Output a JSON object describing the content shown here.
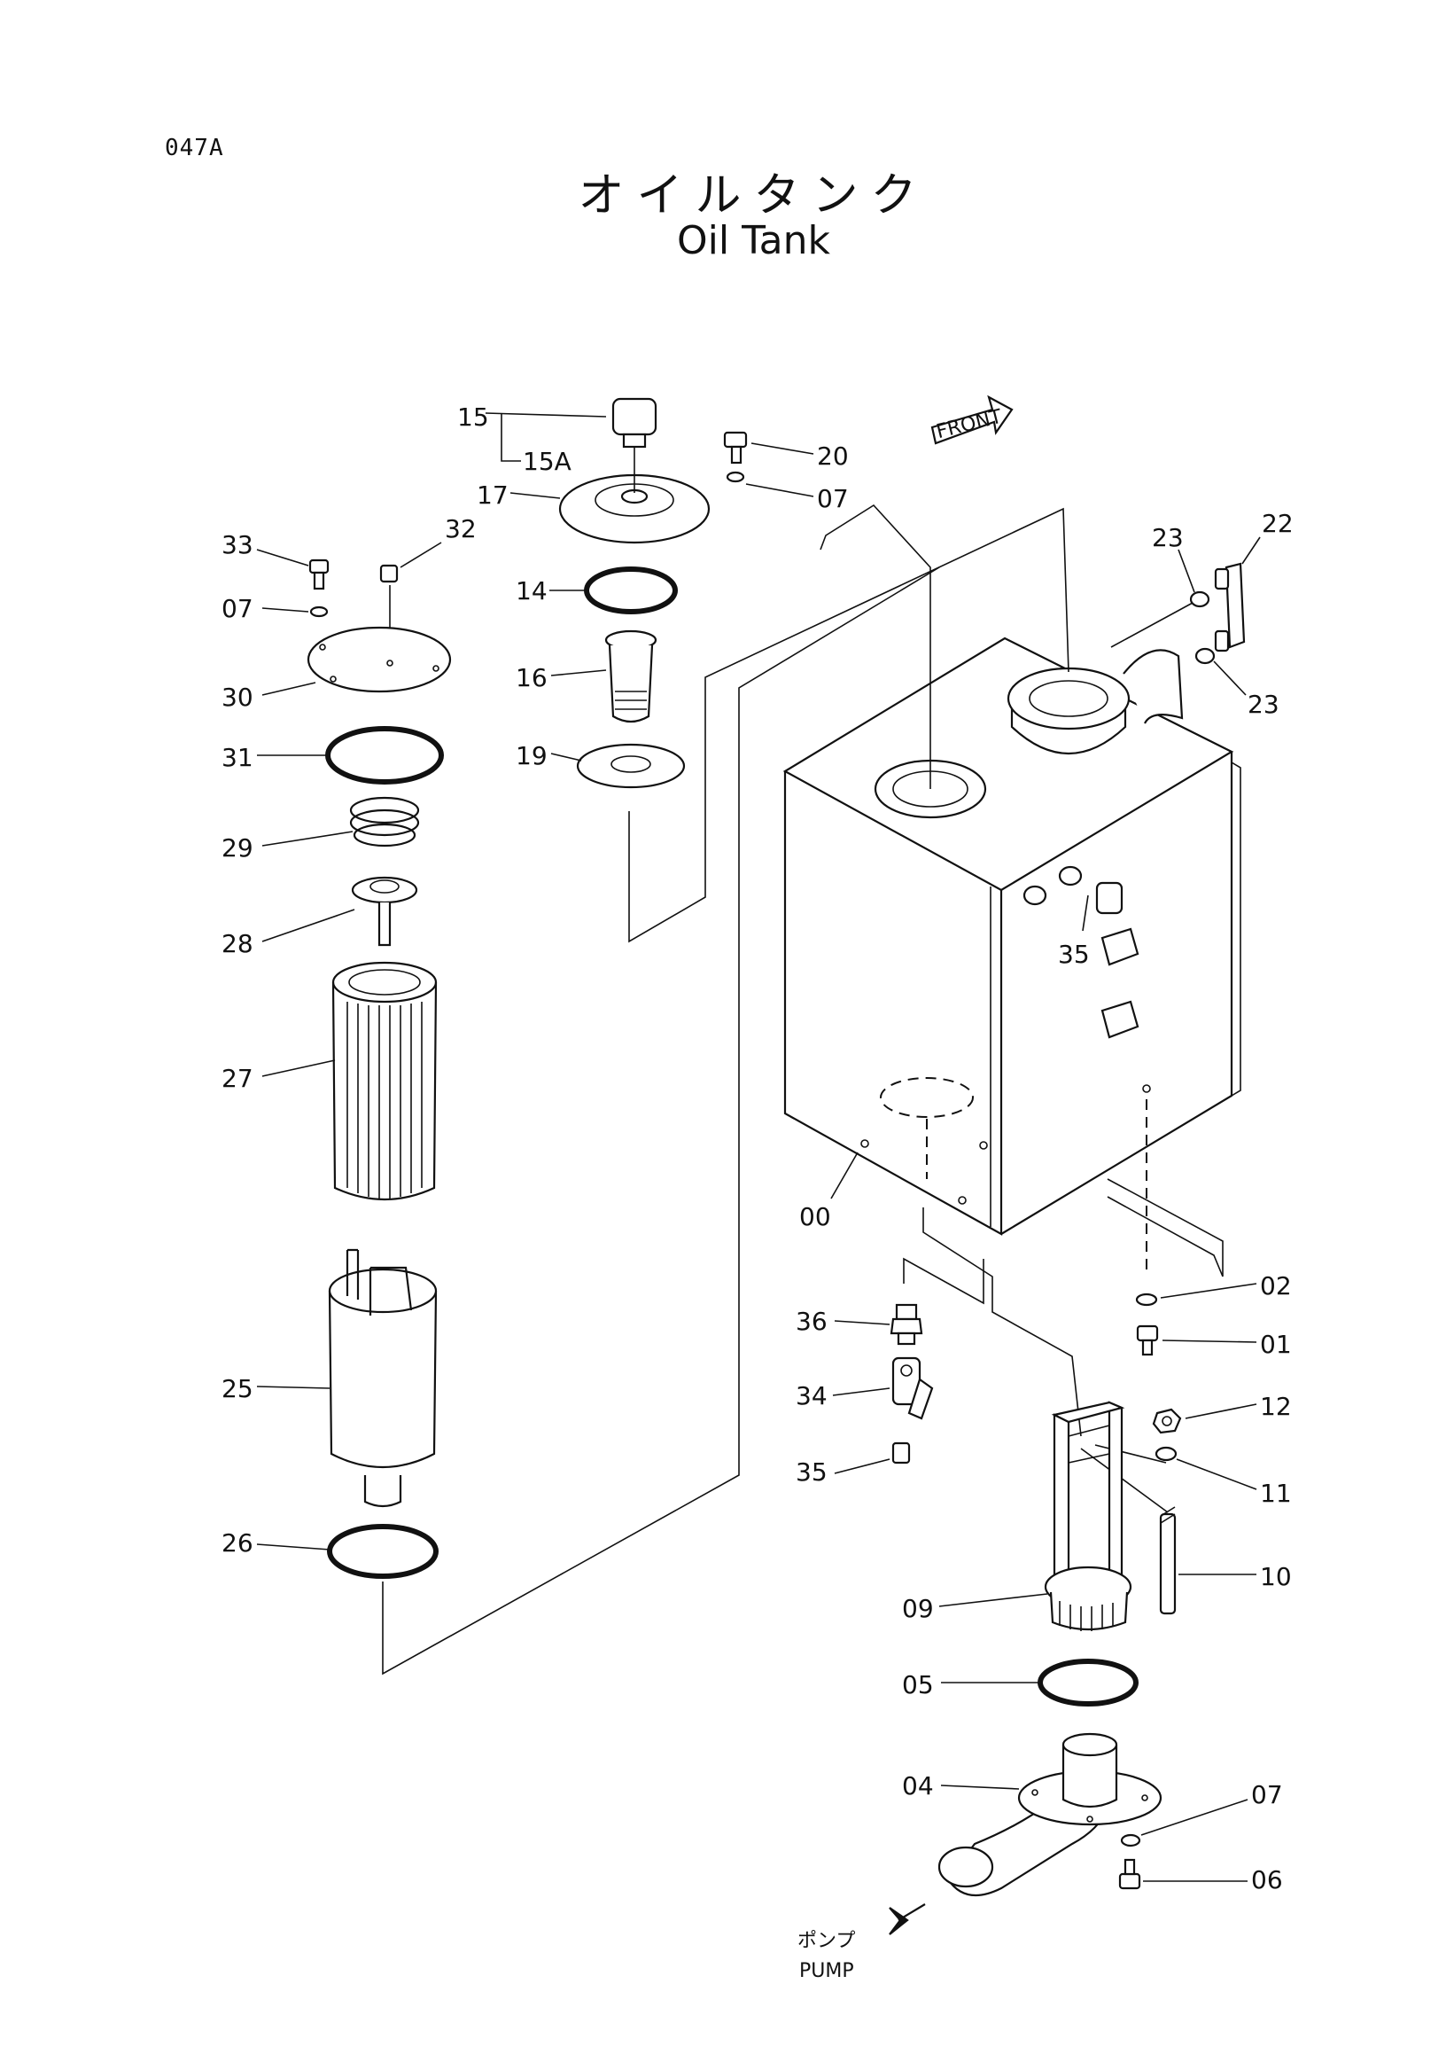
{
  "header": {
    "page_code": "047A",
    "title_ja": "オイルタンク",
    "title_en": "Oil Tank"
  },
  "front_label": "FRONT",
  "pump_label": {
    "ja": "ポンプ",
    "en": "PUMP"
  },
  "part_labels": {
    "p15": "15",
    "p15a": "15A",
    "p17": "17",
    "p20": "20",
    "p07a": "07",
    "p14": "14",
    "p16": "16",
    "p19": "19",
    "p33": "33",
    "p32": "32",
    "p07b": "07",
    "p30": "30",
    "p31": "31",
    "p29": "29",
    "p28": "28",
    "p27": "27",
    "p25": "25",
    "p26": "26",
    "p23a": "23",
    "p22": "22",
    "p23b": "23",
    "p35a": "35",
    "p00": "00",
    "p02": "02",
    "p01": "01",
    "p36": "36",
    "p34": "34",
    "p35b": "35",
    "p12": "12",
    "p11": "11",
    "p10": "10",
    "p09": "09",
    "p05": "05",
    "p04": "04",
    "p07c": "07",
    "p06": "06"
  }
}
